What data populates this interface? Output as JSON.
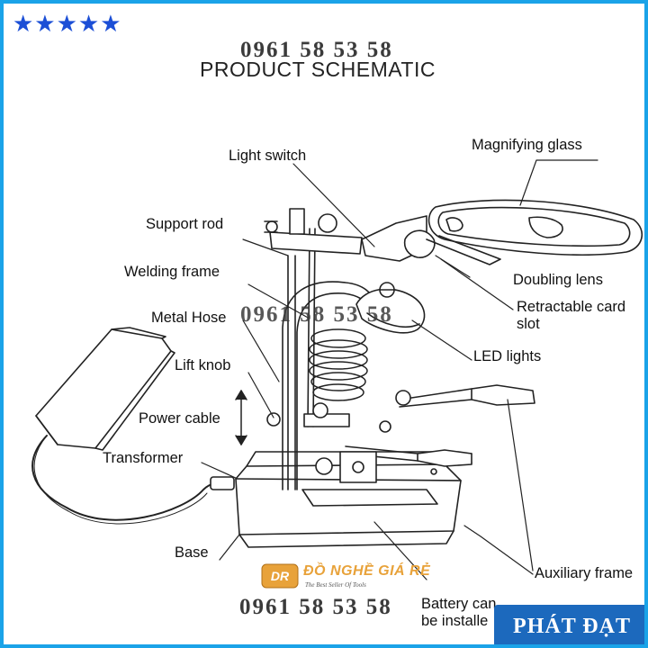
{
  "header": {
    "stars": "★★★★★",
    "phone_top": "0961 58 53 58",
    "title": "PRODUCT SCHEMATIC"
  },
  "labels": {
    "light_switch": "Light switch",
    "magnifying_glass": "Magnifying glass",
    "support_rod": "Support rod",
    "welding_frame": "Welding frame",
    "doubling_lens": "Doubling lens",
    "retractable_card_1": "Retractable card",
    "retractable_card_2": "slot",
    "metal_hose": "Metal Hose",
    "led_lights": "LED lights",
    "lift_knob": "Lift knob",
    "power_cable": "Power cable",
    "transformer": "Transformer",
    "base": "Base",
    "auxiliary_frame": "Auxiliary frame",
    "battery_1": "Battery can",
    "battery_2": "be installe"
  },
  "watermark": {
    "phone_mid": "0961 58 53 58",
    "phone_bottom": "0961 58 53 58",
    "brand_logo_text": "DR",
    "brand_name": "ĐỒ NGHỀ GIÁ RẺ",
    "brand_slogan": "The Best Seller Of Tools",
    "shop_name": "PHÁT ĐẠT"
  },
  "colors": {
    "frame": "#1aa3e8",
    "stars": "#1c4fd6",
    "shop_badge": "#1c69bd",
    "brand_orange": "#e8a23a"
  }
}
